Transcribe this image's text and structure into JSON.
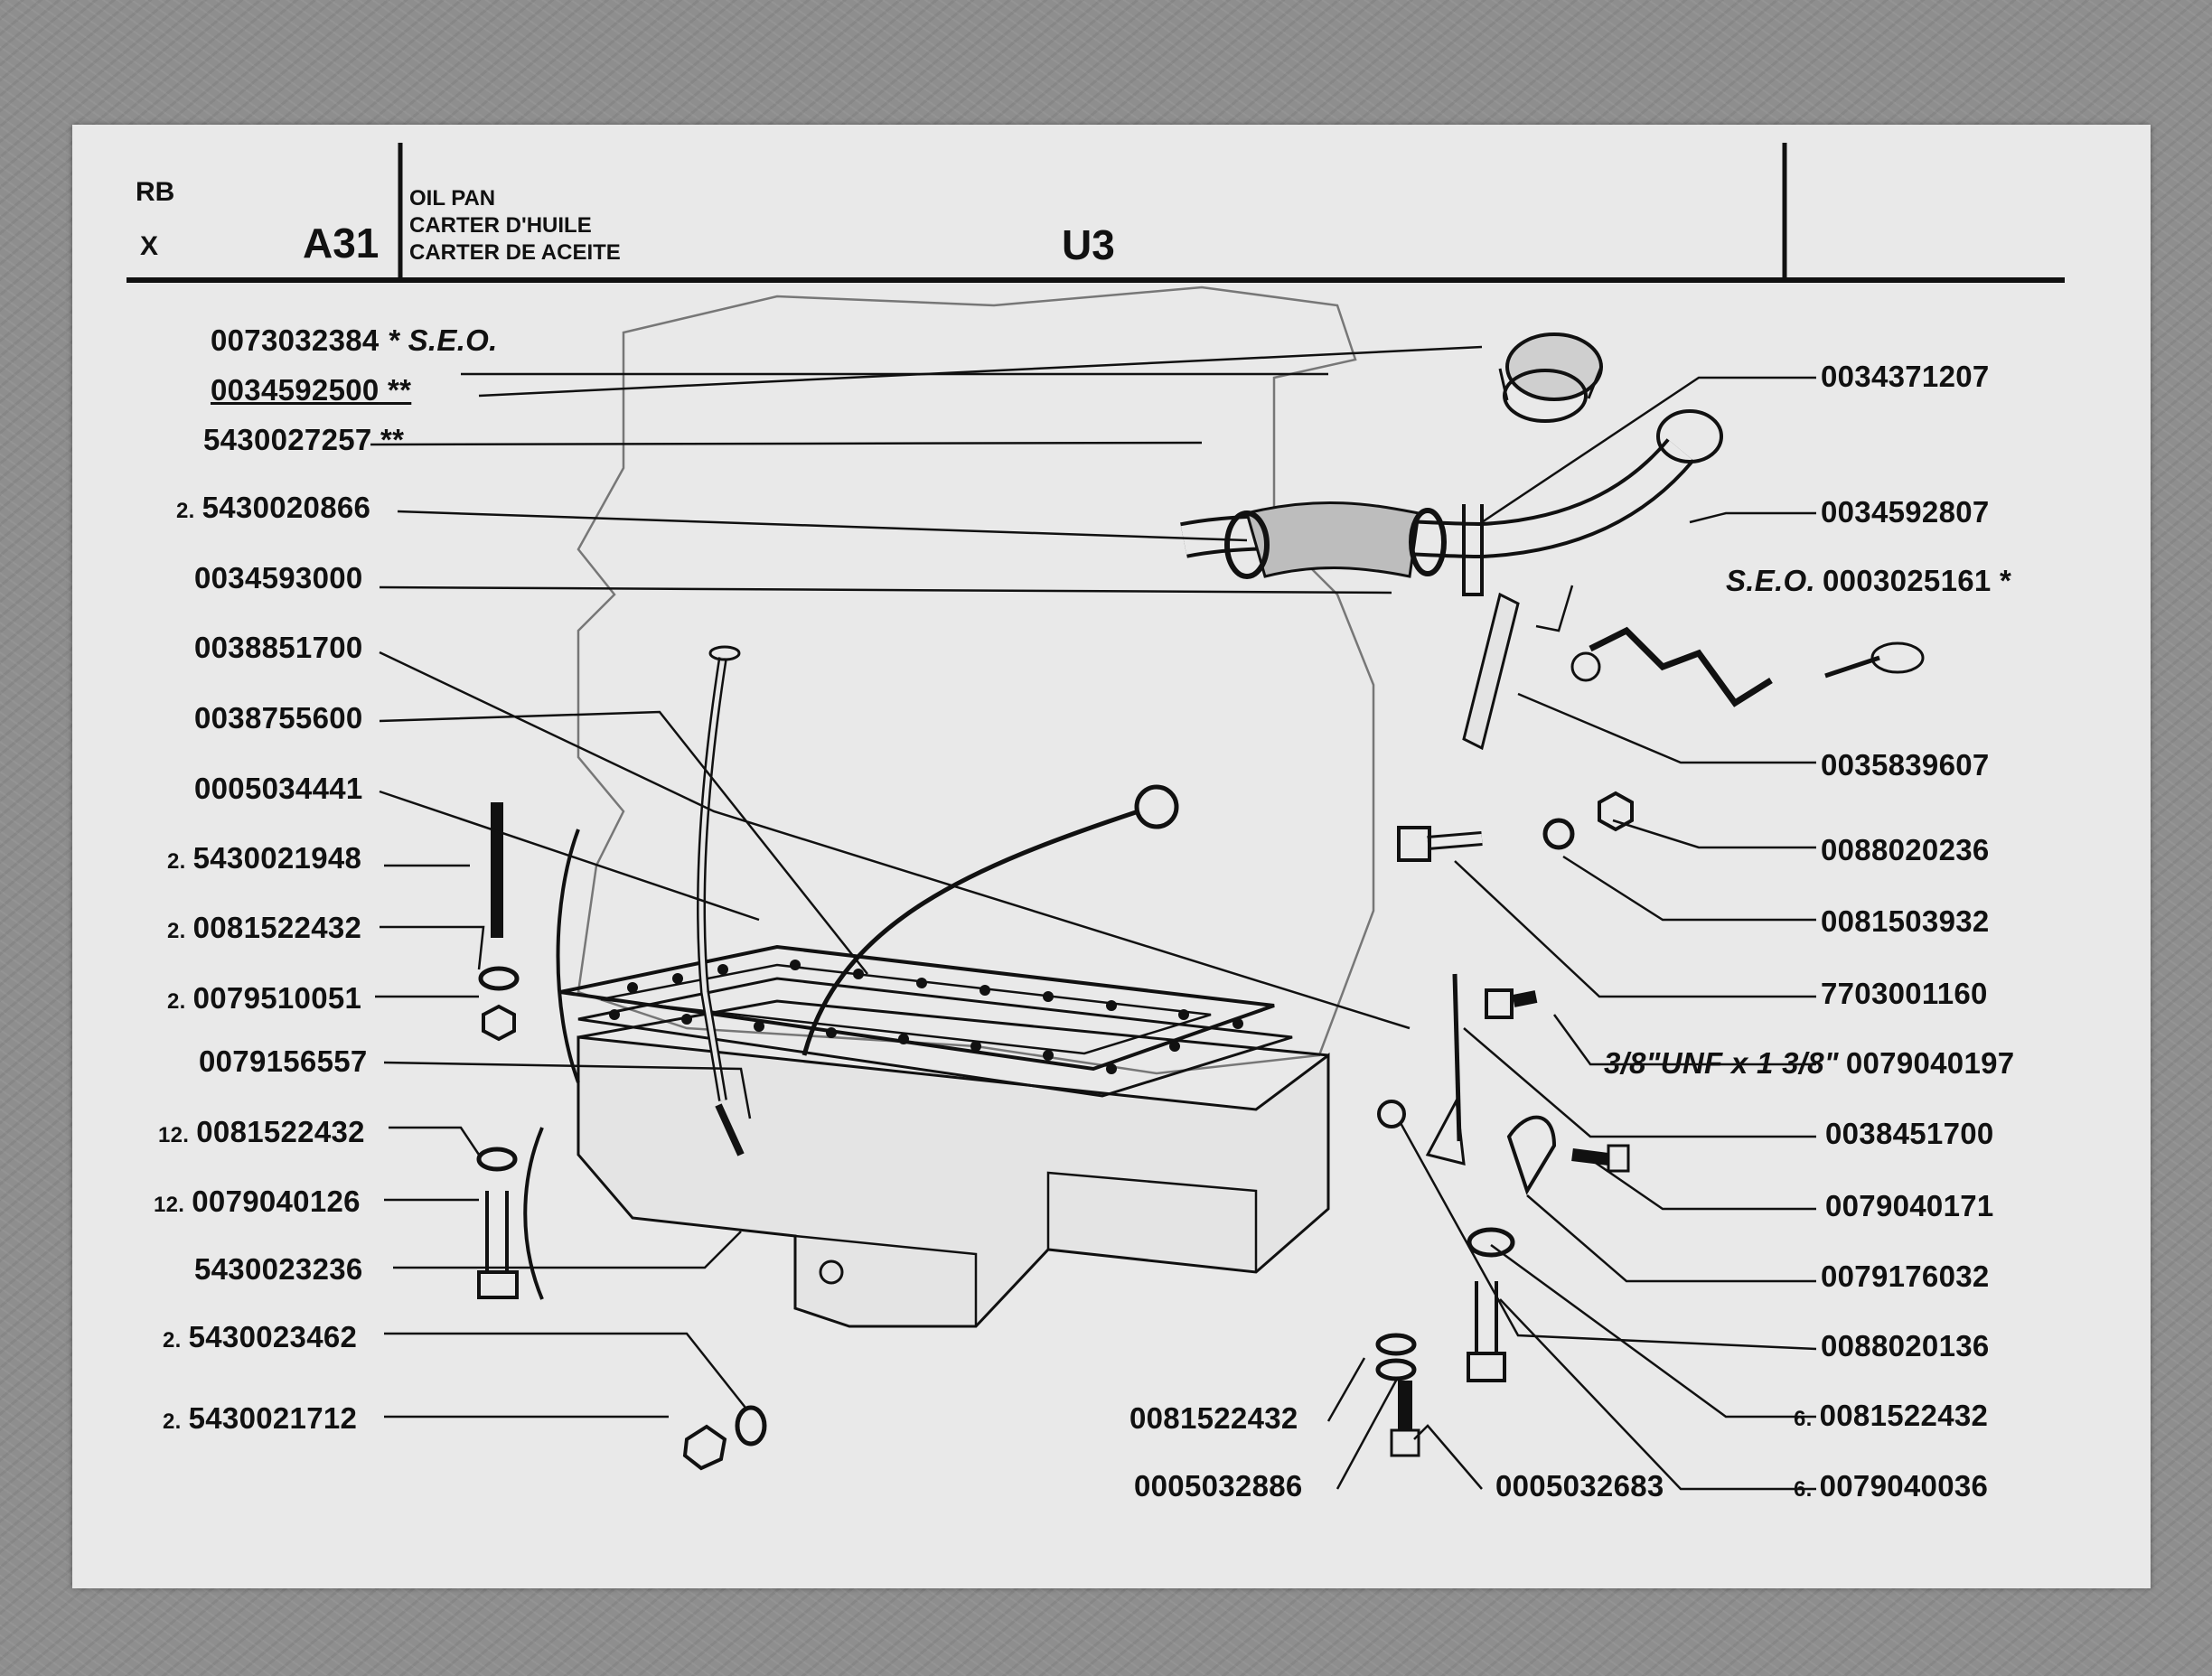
{
  "header": {
    "code_rb": "RB",
    "code_x": "X",
    "group": "A31",
    "title_en": "OIL PAN",
    "title_fr": "CARTER D'HUILE",
    "title_es": "CARTER DE ACEITE",
    "model": "U3"
  },
  "left_labels": [
    {
      "qty": "",
      "part": "0073032384",
      "note": "* S.E.O."
    },
    {
      "qty": "",
      "part": "0034592500",
      "note": "**"
    },
    {
      "qty": "",
      "part": "5430027257",
      "note": "**"
    },
    {
      "qty": "2.",
      "part": "5430020866",
      "note": ""
    },
    {
      "qty": "",
      "part": "0034593000",
      "note": ""
    },
    {
      "qty": "",
      "part": "0038851700",
      "note": ""
    },
    {
      "qty": "",
      "part": "0038755600",
      "note": ""
    },
    {
      "qty": "",
      "part": "0005034441",
      "note": ""
    },
    {
      "qty": "2.",
      "part": "5430021948",
      "note": ""
    },
    {
      "qty": "2.",
      "part": "0081522432",
      "note": ""
    },
    {
      "qty": "2.",
      "part": "0079510051",
      "note": ""
    },
    {
      "qty": "",
      "part": "0079156557",
      "note": ""
    },
    {
      "qty": "12.",
      "part": "0081522432",
      "note": ""
    },
    {
      "qty": "12.",
      "part": "0079040126",
      "note": ""
    },
    {
      "qty": "",
      "part": "5430023236",
      "note": ""
    },
    {
      "qty": "2.",
      "part": "5430023462",
      "note": ""
    },
    {
      "qty": "2.",
      "part": "5430021712",
      "note": ""
    }
  ],
  "right_labels": [
    {
      "qty": "",
      "prefix": "",
      "part": "0034371207",
      "note": ""
    },
    {
      "qty": "",
      "prefix": "",
      "part": "0034592807",
      "note": ""
    },
    {
      "qty": "",
      "prefix": "S.E.O.",
      "part": "0003025161",
      "note": "*"
    },
    {
      "qty": "",
      "prefix": "",
      "part": "0035839607",
      "note": ""
    },
    {
      "qty": "",
      "prefix": "",
      "part": "0088020236",
      "note": ""
    },
    {
      "qty": "",
      "prefix": "",
      "part": "0081503932",
      "note": ""
    },
    {
      "qty": "",
      "prefix": "",
      "part": "7703001160",
      "note": ""
    },
    {
      "qty": "",
      "prefix": "3/8\"UNF x 1 3/8\"",
      "part": "0079040197",
      "note": ""
    },
    {
      "qty": "",
      "prefix": "",
      "part": "0038451700",
      "note": ""
    },
    {
      "qty": "",
      "prefix": "",
      "part": "0079040171",
      "note": ""
    },
    {
      "qty": "",
      "prefix": "",
      "part": "0079176032",
      "note": ""
    },
    {
      "qty": "",
      "prefix": "",
      "part": "0088020136",
      "note": ""
    },
    {
      "qty": "6.",
      "prefix": "",
      "part": "0081522432",
      "note": ""
    },
    {
      "qty": "6.",
      "prefix": "",
      "part": "0079040036",
      "note": ""
    }
  ],
  "bottom_labels": [
    {
      "part": "0081522432"
    },
    {
      "part": "0005032886"
    },
    {
      "part": "0005032683"
    }
  ]
}
